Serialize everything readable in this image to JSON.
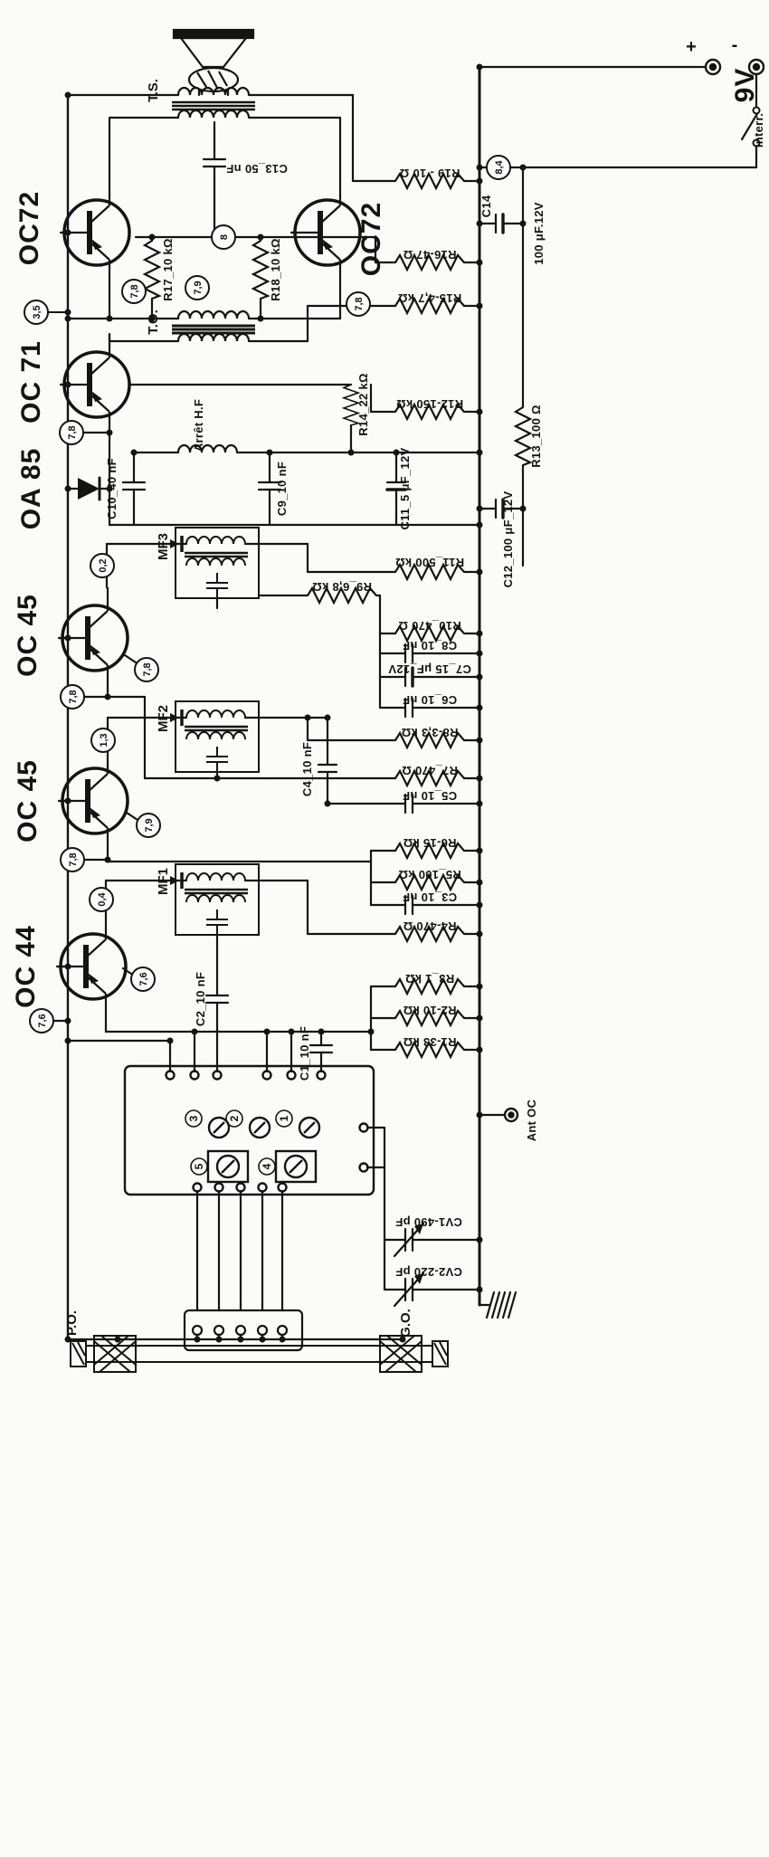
{
  "power": {
    "plus": "+",
    "minus": "-",
    "voltage": "9V",
    "switch_label": "Interr."
  },
  "transistors": [
    {
      "label": "OC72"
    },
    {
      "label": "OC72"
    },
    {
      "label": "OC 71"
    },
    {
      "label": "OC 45"
    },
    {
      "label": "OC 45"
    },
    {
      "label": "OC 44"
    }
  ],
  "diode": {
    "label": "OA 85"
  },
  "transformers": {
    "ts": "T.S.",
    "to": "T.O.",
    "mf3": "MF3",
    "mf2": "MF2",
    "mf1": "MF1",
    "choke": "Arrêt H.F"
  },
  "resistors": {
    "r1": "R1-33 kΩ",
    "r2": "R2-10 kΩ",
    "r3": "R3_1 kΩ",
    "r4": "R4-470 Ω",
    "r5": "R5_100 kΩ",
    "r6": "R6-15 kΩ",
    "r7": "R7_470 Ω",
    "r8": "R8-3,3 kΩ",
    "r9": "R9_6,8 kΩ",
    "r10": "R10_470 Ω",
    "r11": "R11_500 kΩ",
    "r12": "R12-150 kΩ",
    "r13": "R13_100 Ω",
    "r14": "R14_22 kΩ",
    "r15": "R15-4,7 kΩ",
    "r16": "R16-47 Ω",
    "r17": "R17_10 kΩ",
    "r18": "R18_10 kΩ",
    "r19": "R19 - 10 Ω"
  },
  "capacitors": {
    "c1": "C1_10 nF",
    "c2": "C2_10 nF",
    "c3": "C3_10 nF",
    "c4": "C4_10 nF",
    "c5": "C5_10 nF",
    "c6": "C6_10 nF",
    "c7": "C7_15 μF_12V",
    "c8": "C8_10 nF",
    "c9": "C9_10 nF",
    "c10": "C10_40 nF",
    "c11": "C11_5 μF_12V",
    "c12": "C12_100 μF_12V",
    "c13": "C13_50 nF",
    "c14": "C14",
    "c14_value": "100 μF.12V",
    "cv1": "CV1-490 pF",
    "cv2": "CV2-220 pF"
  },
  "nodes": {
    "n35": "3,5",
    "n78": "7,8",
    "n79": "7,9",
    "n8": "8",
    "n84": "8,4",
    "n02": "0,2",
    "n13": "1,3",
    "n04": "0,4",
    "n76": "7,6"
  },
  "antenna": {
    "ant": "Ant OC",
    "po": "P.O.",
    "go": "G.O."
  },
  "tuner": {
    "trimmers": [
      "1",
      "2",
      "3",
      "4",
      "5"
    ]
  }
}
